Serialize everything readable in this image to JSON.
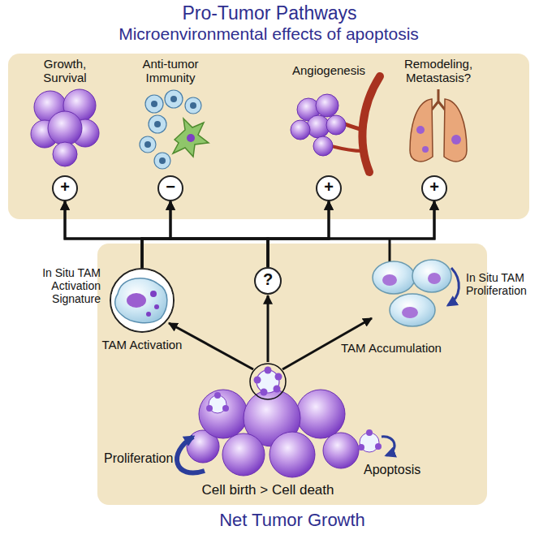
{
  "diagram": {
    "title": "Pro-Tumor Pathways",
    "nodes": [
      {
        "text": [
          "Microenvironmental effects of apoptosis"
        ]
      },
      {
        "text": [
          "+"
        ],
        "in": 0
      },
      {
        "text": [
          "−"
        ],
        "in": 0
      },
      {
        "text": [
          "+"
        ],
        "in": 0
      },
      {
        "text": [
          "+"
        ],
        "in": 0
      },
      {
        "text": [
          "Net Tumor Growth"
        ]
      },
      {
        "text": [
          "TAM Activation"
        ],
        "in": 5
      },
      {
        "text": [
          "?"
        ],
        "in": 5
      }
    ],
    "edges": [
      {
        "from": 6,
        "to": 1,
        "arrow": "to"
      },
      {
        "from": 6,
        "to": 2,
        "arrow": "to"
      },
      {
        "from": 6,
        "to": 3,
        "arrow": "to"
      },
      {
        "from": 6,
        "to": 4,
        "arrow": "to"
      },
      {
        "from": 7,
        "to": 1,
        "arrow": "to"
      },
      {
        "from": 7,
        "to": 2,
        "arrow": "to"
      },
      {
        "from": 7,
        "to": 3,
        "arrow": "to"
      },
      {
        "from": 7,
        "to": 4,
        "arrow": "to"
      }
    ],
    "labels": [
      "Growth, Survival",
      "Anti-tumor Immunity",
      "Angiogenesis",
      "Remodeling, Metastasis?",
      "In Situ TAM Activation Signature",
      "TAM Accumulation",
      "In Situ TAM Proliferation",
      "Proliferation",
      "Apoptosis",
      "Cell birth > Cell death"
    ]
  }
}
